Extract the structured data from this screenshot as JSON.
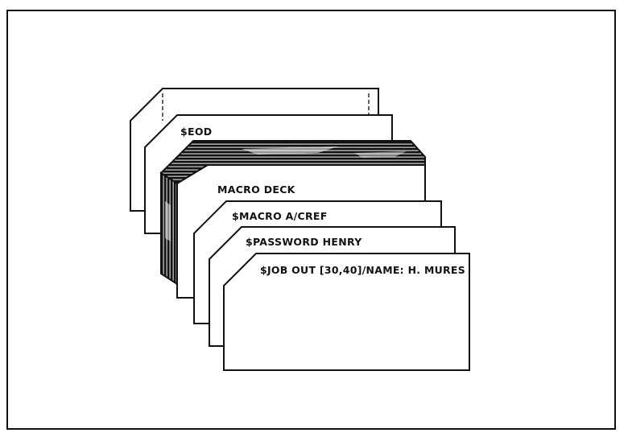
{
  "diagram": {
    "cards": [
      {
        "id": "blank",
        "label": ""
      },
      {
        "id": "eod",
        "label": "$EOD"
      },
      {
        "id": "macro-deck",
        "label": "MACRO DECK"
      },
      {
        "id": "macro",
        "label": "$MACRO A/CREF"
      },
      {
        "id": "password",
        "label": "$PASSWORD HENRY"
      },
      {
        "id": "job",
        "label": "$JOB OUT [30,40]/NAME: H. MURES"
      }
    ],
    "colors": {
      "ink": "#111111",
      "paper": "#ffffff"
    }
  }
}
